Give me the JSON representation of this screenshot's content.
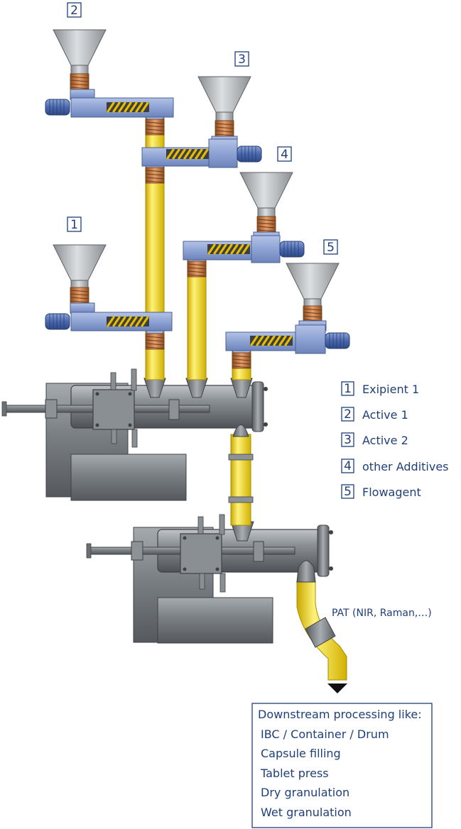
{
  "station_numbers": [
    "1",
    "2",
    "3",
    "4",
    "5"
  ],
  "legend": [
    {
      "number": "1",
      "label": "Exipient 1"
    },
    {
      "number": "2",
      "label": "Active 1"
    },
    {
      "number": "3",
      "label": "Active 2"
    },
    {
      "number": "4",
      "label": "other Additives"
    },
    {
      "number": "5",
      "label": "Flowagent"
    }
  ],
  "pat_label": "PAT (NIR, Raman,…)",
  "downstream": {
    "title": "Downstream processing like:",
    "items": [
      "IBC / Container / Drum",
      "Capsule filling",
      "Tablet press",
      "Dry granulation",
      "Wet granulation"
    ]
  },
  "colors": {
    "text": "#1f3f7a",
    "pipe": "#f5de00",
    "feeder": "#8ea3d4",
    "motor": "#5a78b8",
    "spring": "#c87a3e",
    "auger": "#e0b400",
    "hopper": "#b4b8bc",
    "machine": "#6e7378"
  }
}
